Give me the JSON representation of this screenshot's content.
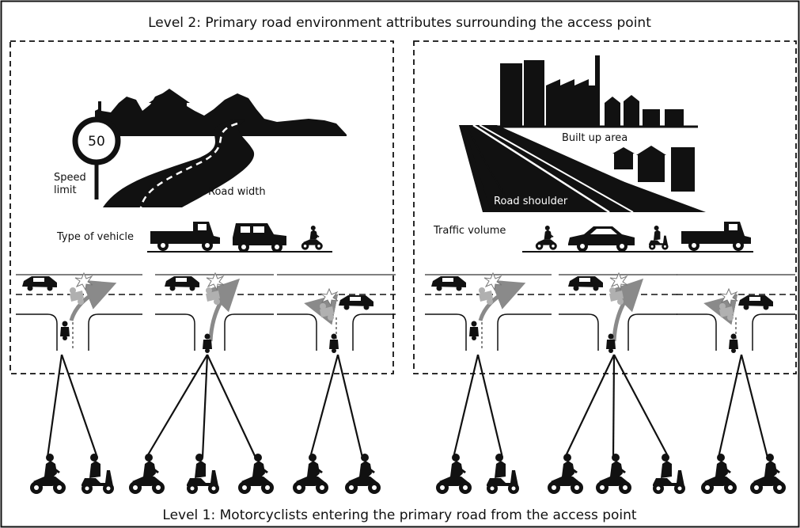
{
  "level2_title": "Level 2: Primary road environment attributes surrounding the access point",
  "level1_title": "Level 1: Motorcyclists entering the primary road from the access point",
  "left_panel": {
    "speed_sign_value": "50",
    "speed_limit_label_1": "Speed",
    "speed_limit_label_2": "limit",
    "road_width_label": "Road width",
    "vehicle_type_label": "Type of vehicle"
  },
  "right_panel": {
    "built_up_label": "Built up area",
    "road_shoulder_label": "Road shoulder",
    "traffic_volume_label": "Traffic volume"
  },
  "icons": {
    "speed_sign": "speed-limit-sign-icon",
    "road": "winding-road-icon",
    "buildings": "factory-buildings-icon",
    "vehicles": [
      "truck-icon",
      "jeep-icon",
      "motorcycle-icon",
      "car-icon",
      "scooter-icon"
    ],
    "junction": "t-junction-crash-icon",
    "rider": "motorcyclist-icon"
  },
  "colors": {
    "ink": "#111111",
    "arrow": "#8a8a8a",
    "crash": "#b0b0b0"
  }
}
